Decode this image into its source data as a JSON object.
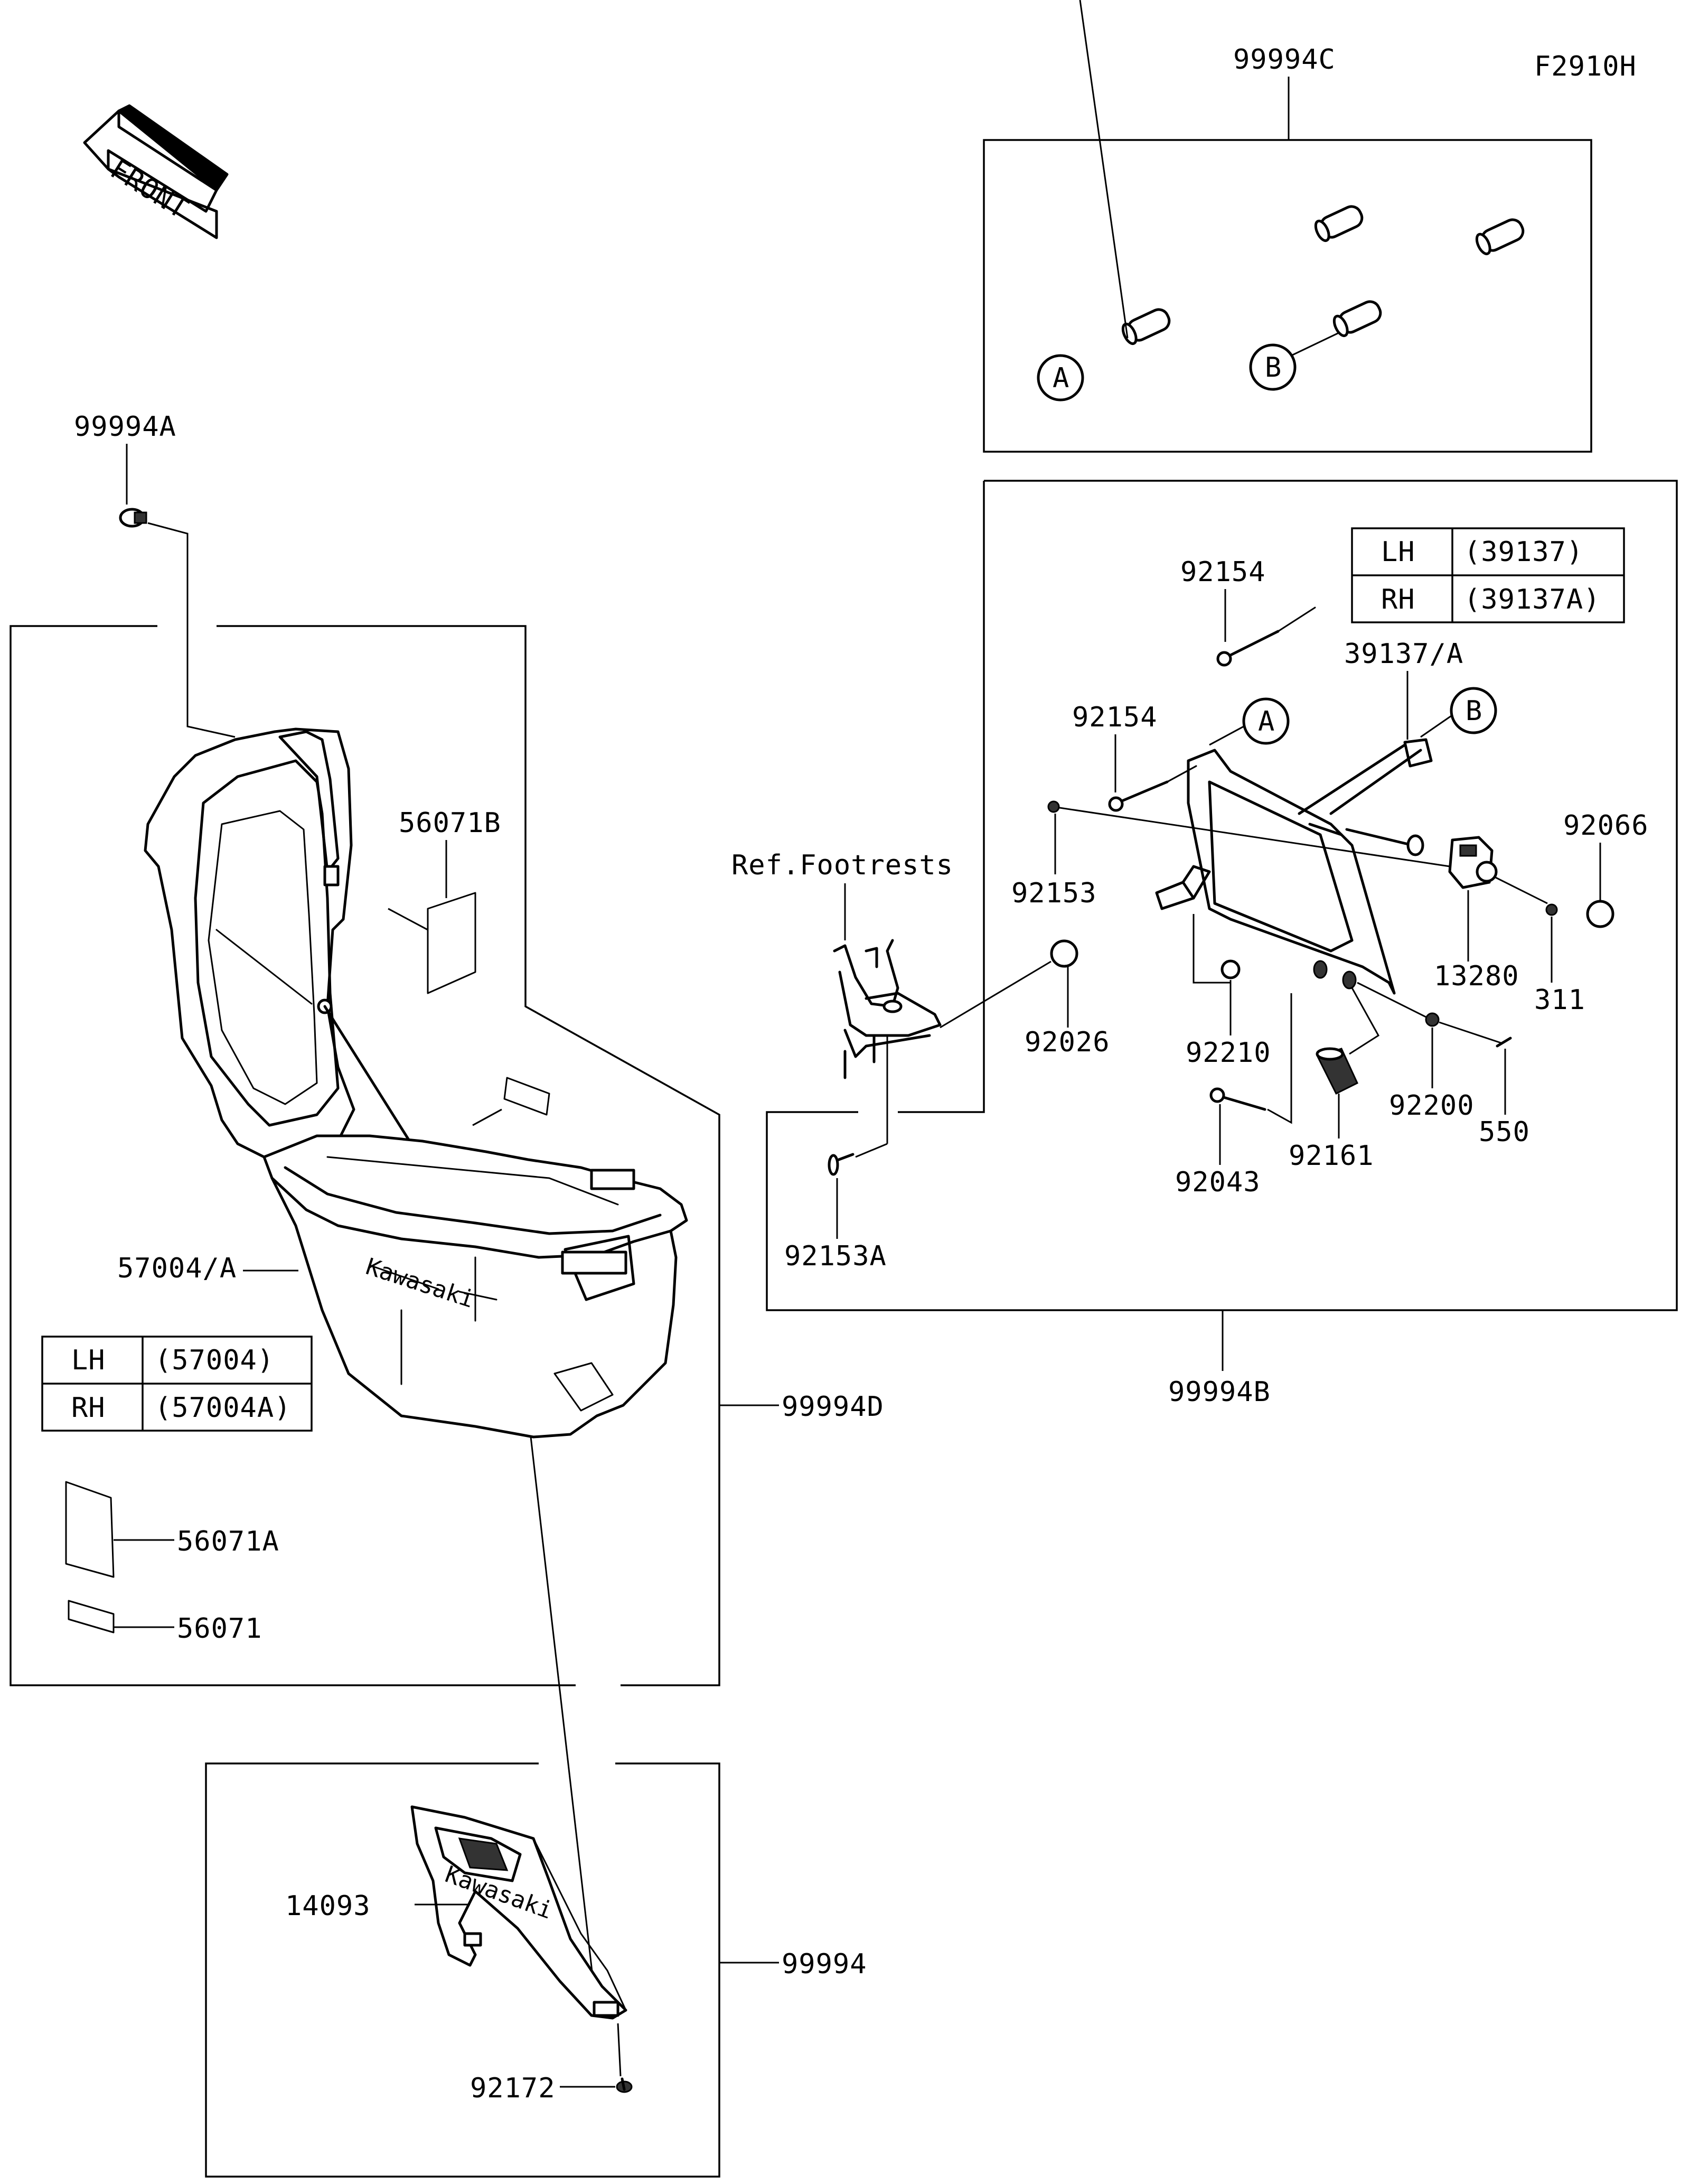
{
  "figure_code": "F2910H",
  "front_arrow": {
    "text": "FRONT",
    "icon": "front-direction-arrow-icon"
  },
  "kits": {
    "rear_kit": "99994C",
    "bracket_kit": "99994B",
    "case_kit": "99994D",
    "cover_kit": "99994"
  },
  "parts": {
    "p99994A": "99994A",
    "p56071B": "56071B",
    "p57004A": "57004/A",
    "p56071A": "56071A",
    "p56071": "56071",
    "p14093": "14093",
    "p92172": "92172",
    "p92154a": "92154",
    "p92154b": "92154",
    "p39137A": "39137/A",
    "p92066": "92066",
    "p92153": "92153",
    "p13280": "13280",
    "p311": "311",
    "p92026": "92026",
    "p92210": "92210",
    "p92200": "92200",
    "p550": "550",
    "p92043": "92043",
    "p92161": "92161",
    "p92153A": "92153A",
    "ref_footrests": "Ref.Footrests"
  },
  "markers": {
    "A": "A",
    "B": "B"
  },
  "table_57004": {
    "rows": [
      {
        "side": "LH",
        "part": "(57004)"
      },
      {
        "side": "RH",
        "part": "(57004A)"
      }
    ]
  },
  "table_39137": {
    "rows": [
      {
        "side": "LH",
        "part": "(39137)"
      },
      {
        "side": "RH",
        "part": "(39137A)"
      }
    ]
  }
}
